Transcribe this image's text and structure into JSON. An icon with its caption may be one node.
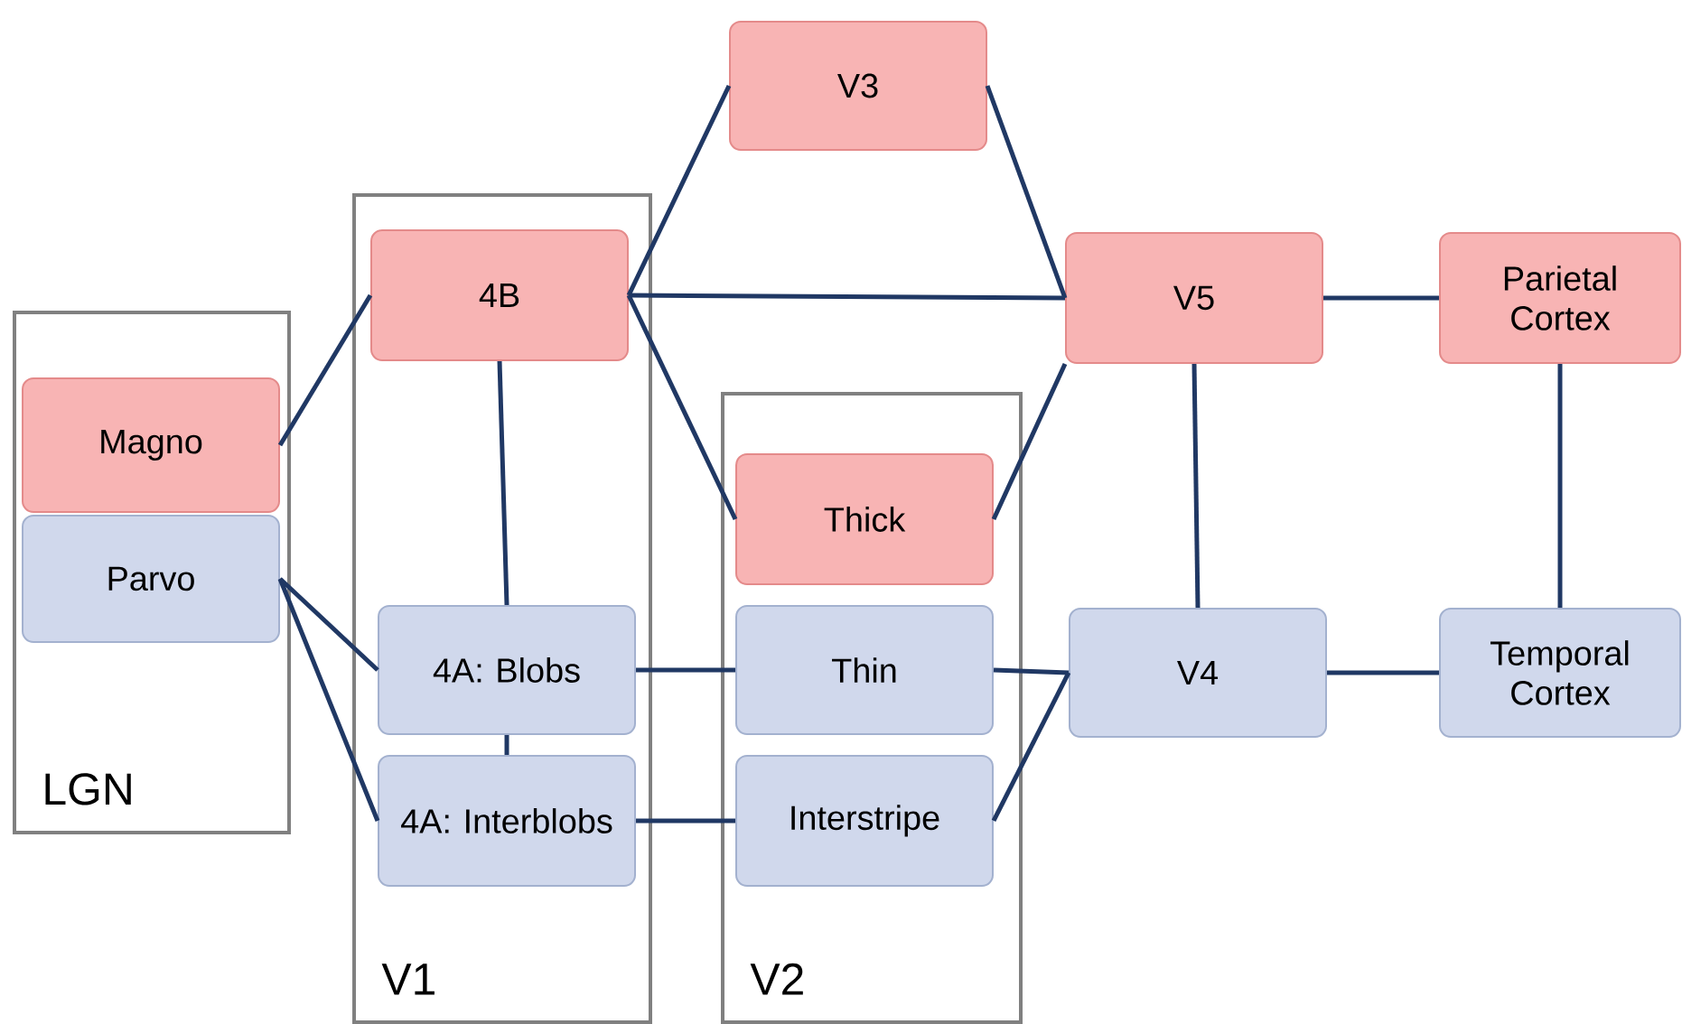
{
  "diagram": {
    "nodes": [
      {
        "text": [
          "LGN"
        ]
      },
      {
        "text": [
          "Magno"
        ],
        "in": 0
      },
      {
        "text": [
          "Parvo"
        ],
        "in": 0
      },
      {
        "text": [
          "V1"
        ]
      },
      {
        "text": [
          "4B"
        ],
        "in": 3
      },
      {
        "text": [
          "4A: Blobs"
        ],
        "in": 3
      },
      {
        "text": [
          "4A: Interblobs"
        ],
        "in": 3
      },
      {
        "text": [
          "V2"
        ]
      },
      {
        "text": [
          "Thick"
        ],
        "in": 7
      },
      {
        "text": [
          "Thin"
        ],
        "in": 7
      },
      {
        "text": [
          "Interstripe"
        ],
        "in": 7
      },
      {
        "text": [
          "V3"
        ]
      },
      {
        "text": [
          "V5"
        ]
      },
      {
        "text": [
          "V4"
        ]
      },
      {
        "text": [
          "Parietal Cortex"
        ]
      },
      {
        "text": [
          "Temporal Cortex"
        ]
      }
    ],
    "edges": [
      {
        "from": 1,
        "to": 4,
        "arrow": "none"
      },
      {
        "from": 2,
        "to": 5,
        "arrow": "none"
      },
      {
        "from": 2,
        "to": 6,
        "arrow": "none"
      },
      {
        "from": 4,
        "to": 5,
        "arrow": "none"
      },
      {
        "from": 5,
        "to": 6,
        "arrow": "none"
      },
      {
        "from": 4,
        "to": 11,
        "arrow": "none"
      },
      {
        "from": 4,
        "to": 12,
        "arrow": "none"
      },
      {
        "from": 4,
        "to": 8,
        "arrow": "none"
      },
      {
        "from": 11,
        "to": 12,
        "arrow": "none"
      },
      {
        "from": 8,
        "to": 12,
        "arrow": "none"
      },
      {
        "from": 5,
        "to": 9,
        "arrow": "none"
      },
      {
        "from": 6,
        "to": 10,
        "arrow": "none"
      },
      {
        "from": 9,
        "to": 13,
        "arrow": "none"
      },
      {
        "from": 10,
        "to": 13,
        "arrow": "none"
      },
      {
        "from": 12,
        "to": 13,
        "arrow": "none"
      },
      {
        "from": 12,
        "to": 14,
        "arrow": "none"
      },
      {
        "from": 14,
        "to": 15,
        "arrow": "none"
      },
      {
        "from": 13,
        "to": 15,
        "arrow": "none"
      }
    ]
  }
}
